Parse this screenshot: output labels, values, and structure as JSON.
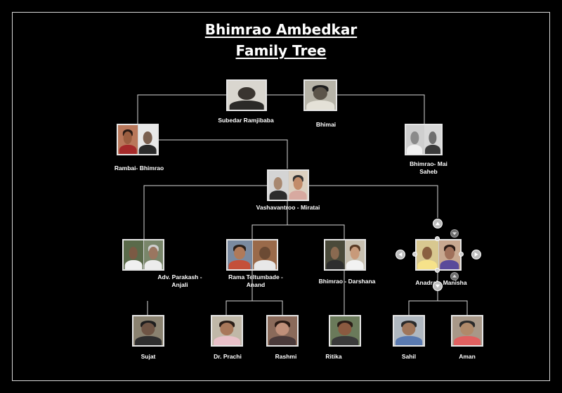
{
  "title_line1": "Bhimrao Ambedkar",
  "title_line2": "Family Tree",
  "labels": {
    "subedar": "Subedar Ramjibaba",
    "bhimai": "Bhimai",
    "rambai": "Rambai- Bhimrao",
    "maisaheb": "Bhimrao- Mai Saheb",
    "vashavantroo": "Vashavantroo - Miratai",
    "prakash": "Adv. Parakash - Anjali",
    "rama": "Rama Teltumbade - Anand",
    "darshana": "Bhimrao - Darshana",
    "anandraj": "Anadraj - Manisha",
    "sujat": "Sujat",
    "prachi": "Dr. Prachi",
    "rashmi": "Rashmi",
    "ritika": "Ritika",
    "sahil": "Sahil",
    "aman": "Aman"
  },
  "icons": {
    "nav_up": "arrow-up-icon",
    "nav_down": "arrow-down-icon",
    "nav_left": "arrow-left-icon",
    "nav_right": "arrow-right-icon"
  },
  "colors": {
    "background": "#000000",
    "line": "#d8d8d8",
    "text": "#ffffff"
  }
}
